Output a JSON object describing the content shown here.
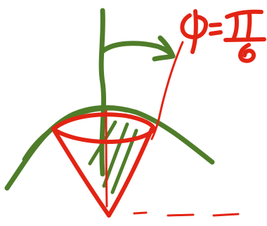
{
  "diagram": {
    "annotation": {
      "symbol": "φ",
      "equals": "=",
      "numerator": "π",
      "denominator": "6"
    },
    "colors": {
      "green": "#4f7d2a",
      "red": "#e32414",
      "background": "#ffffff"
    },
    "elements": [
      "vertical-axis-stroke",
      "curved-angle-arrow",
      "paraboloid-curve",
      "cone-outline",
      "base-ellipse",
      "hatch-lines",
      "dashed-baseline"
    ]
  }
}
